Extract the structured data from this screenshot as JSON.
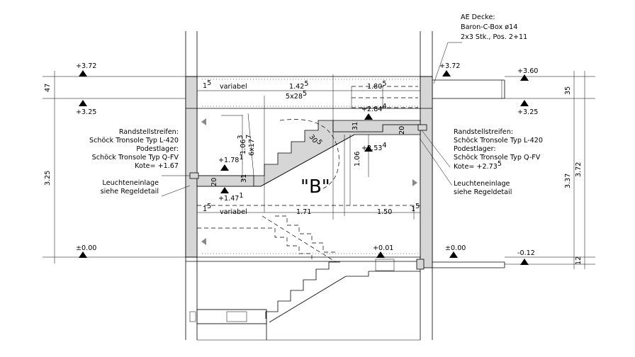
{
  "levels": {
    "top_left": "+3.72",
    "under_slab_left": "+3.25",
    "top_right": "+3.72",
    "right_slab_top": "+3.60",
    "under_slab_right": "+3.25",
    "floor_left": "±0.00",
    "floor_mid": "±0.00",
    "floor_right": "-0.12",
    "floor_stair": "+0.01",
    "landing_left_top": "+1.78",
    "landing_left_top_sup": "1",
    "landing_left_bot": "+1.47",
    "landing_left_bot_sup": "1",
    "landing_right_top": "+2.84",
    "landing_right_top_sup": "4",
    "landing_right_bot": "+2.53",
    "landing_right_bot_sup": "4"
  },
  "dims": {
    "left_47": "47",
    "left_325": "3.25",
    "right_35": "35",
    "right_337": "3.37",
    "right_372": "3.72",
    "right_12": "12",
    "top_1_5_a": "1",
    "top_1_5_a_sup": "5",
    "top_variabel": "variabel",
    "top_1425": "1.42",
    "top_1425_sup": "5",
    "top_5x285": "5x28",
    "top_5x285_sup": "5",
    "top_1805": "1.80",
    "top_1805_sup": "5",
    "bot_1_5_a": "1",
    "bot_1_5_a_sup": "5",
    "bot_variabel": "variabel",
    "bot_171": "1.71",
    "bot_150": "1.50",
    "bot_1_5_b": "1",
    "bot_1_5_b_sup": "5",
    "v_1063": "1.06",
    "v_1063_sup": "3",
    "v_6x177": "6x17",
    "v_6x177_sup": "7",
    "v_106": "1.06",
    "v_20_left": "20",
    "v_31_left": "31",
    "v_31_right": "31",
    "v_20_right": "20",
    "diag_305": "30",
    "diag_305_sup": "5"
  },
  "labels": {
    "stair_id": "\"B\"",
    "ae_line1": "AE Decke:",
    "ae_line2": "Baron-C-Box ø14",
    "ae_line3": "2x3 Stk., Pos. 2+11",
    "left_rand": "Randstellstreifen:",
    "left_schoeck1": "Schöck Tronsole Typ L-420",
    "left_podest": "Podestlager:",
    "left_schoeck2": "Schöck Tronsole Typ Q-FV",
    "left_kote": "Kote= +1.67",
    "left_leucht1": "Leuchteneinlage",
    "left_leucht2": "siehe Regeldetail",
    "right_rand": "Randstellstreifen:",
    "right_schoeck1": "Schöck Tronsole Typ L-420",
    "right_podest": "Podestlager:",
    "right_schoeck2": "Schöck Tronsole Typ Q-FV",
    "right_kote": "Kote= +2.73",
    "right_kote_sup": "5",
    "right_leucht1": "Leuchteneinlage",
    "right_leucht2": "siehe Regeldetail"
  }
}
